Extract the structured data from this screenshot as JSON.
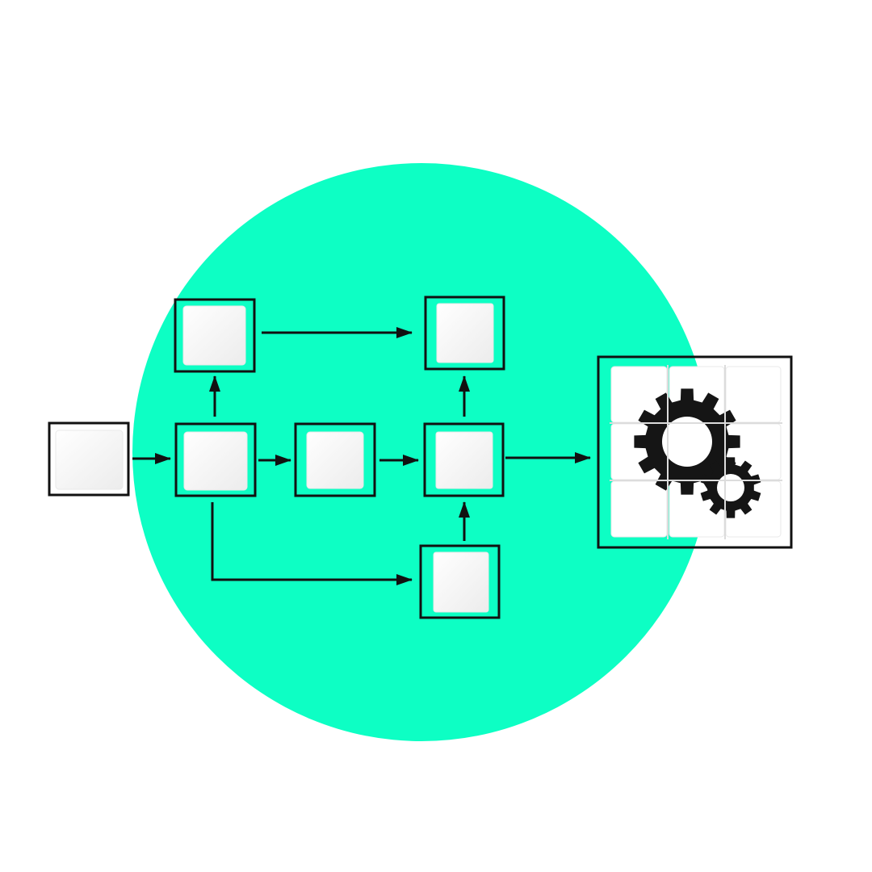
{
  "colors": {
    "background": "#ffffff",
    "accent_circle": "#0dffc4",
    "stroke": "#111111",
    "block": "#ffffff",
    "block_shade": "#e9e9e9",
    "gear": "#151515"
  },
  "diagram": {
    "nodes": [
      {
        "id": "input-block",
        "label": ""
      },
      {
        "id": "split-block",
        "label": ""
      },
      {
        "id": "upper-left-block",
        "label": ""
      },
      {
        "id": "middle-block",
        "label": ""
      },
      {
        "id": "merge-block",
        "label": ""
      },
      {
        "id": "upper-right-block",
        "label": ""
      },
      {
        "id": "lower-block",
        "label": ""
      },
      {
        "id": "output-gear-puzzle",
        "label": ""
      }
    ],
    "edges": [
      {
        "from": "input-block",
        "to": "split-block"
      },
      {
        "from": "split-block",
        "to": "upper-left-block"
      },
      {
        "from": "split-block",
        "to": "middle-block"
      },
      {
        "from": "split-block",
        "to": "lower-block"
      },
      {
        "from": "upper-left-block",
        "to": "upper-right-block"
      },
      {
        "from": "middle-block",
        "to": "merge-block"
      },
      {
        "from": "lower-block",
        "to": "merge-block"
      },
      {
        "from": "merge-block",
        "to": "upper-right-block"
      },
      {
        "from": "merge-block",
        "to": "output-gear-puzzle"
      }
    ],
    "output_icon": "gears-icon"
  }
}
